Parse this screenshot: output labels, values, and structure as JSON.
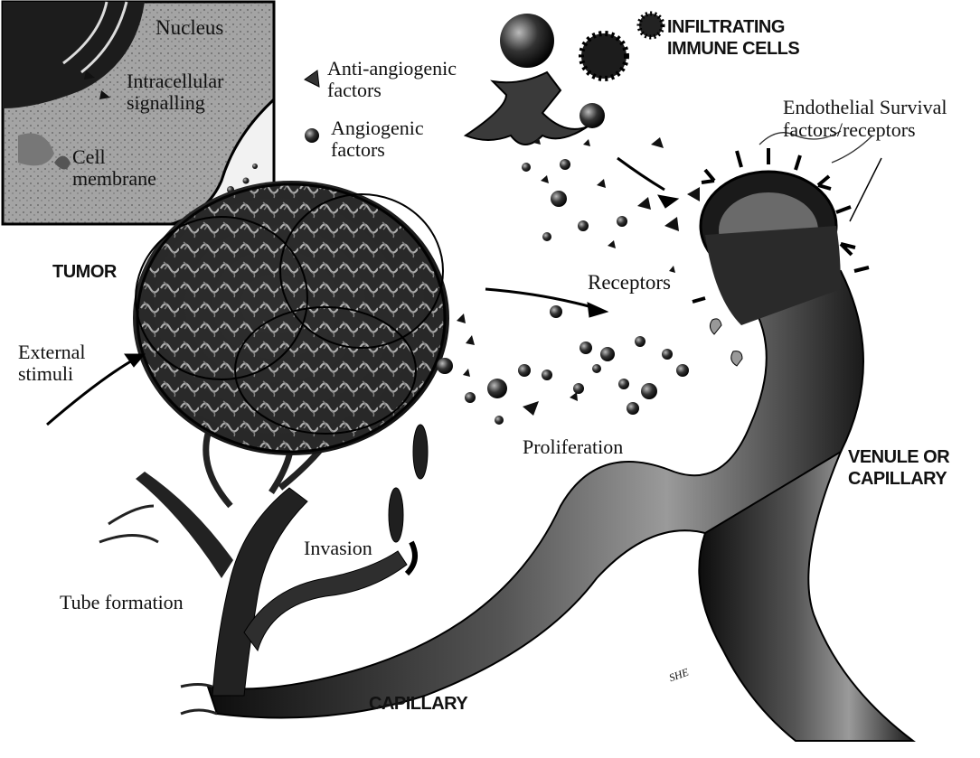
{
  "inset": {
    "nucleus_label": "Nucleus",
    "signalling_label": "Intracellular\nsignalling",
    "cell_membrane_label": "Cell\nmembrane"
  },
  "legend": {
    "anti_angiogenic": "Anti-angiogenic\nfactors",
    "angiogenic": "Angiogenic\nfactors"
  },
  "labels": {
    "infiltrating": "INFILTRATING\nIMMUNE CELLS",
    "endothelial": "Endothelial Survival\nfactors/receptors",
    "tumor": "TUMOR",
    "external_stimuli": "External\nstimuli",
    "receptors": "Receptors",
    "proliferation": "Proliferation",
    "venule": "VENULE OR\nCAPILLARY",
    "invasion": "Invasion",
    "tube_formation": "Tube formation",
    "capillary": "CAPILLARY",
    "signature": "SHE"
  },
  "colors": {
    "ink": "#111111",
    "vessel": "#2b2b2b",
    "tumor": "#3a3a3a",
    "inset_bg": "#9a9a9a"
  }
}
